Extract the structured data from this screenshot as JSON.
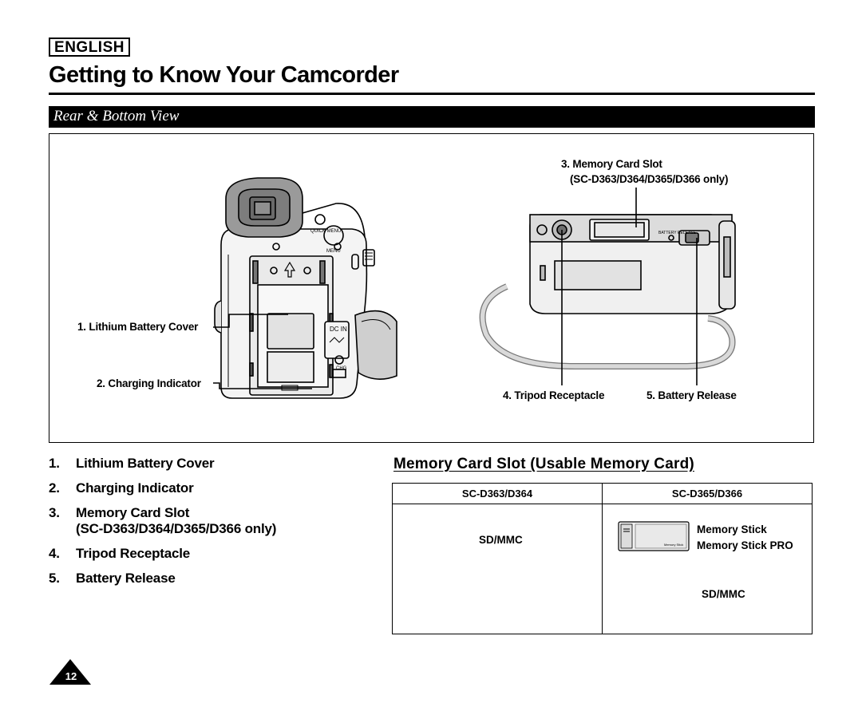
{
  "header": {
    "language": "ENGLISH",
    "title": "Getting to Know Your Camcorder"
  },
  "section": {
    "title": "Rear & Bottom View"
  },
  "figure": {
    "callouts": {
      "c1": "1. Lithium Battery Cover",
      "c2": "2. Charging Indicator",
      "c3_line1": "3. Memory Card Slot",
      "c3_line2": "(SC-D363/D364/D365/D366 only)",
      "c4": "4. Tripod Receptacle",
      "c5": "5. Battery Release"
    },
    "camera_labels": {
      "quick_menu": "QUICK MENU",
      "menu": "MENU",
      "dc_in": "DC IN",
      "chg": "CHG",
      "battery_release": "BATTERY RELEASE"
    }
  },
  "parts_list": [
    {
      "num": "1.",
      "label": "Lithium Battery Cover",
      "sub": ""
    },
    {
      "num": "2.",
      "label": "Charging Indicator",
      "sub": ""
    },
    {
      "num": "3.",
      "label": "Memory Card Slot",
      "sub": "(SC-D363/D364/D365/D366 only)"
    },
    {
      "num": "4.",
      "label": "Tripod Receptacle",
      "sub": ""
    },
    {
      "num": "5.",
      "label": "Battery Release",
      "sub": ""
    }
  ],
  "memory_table": {
    "title": "Memory Card Slot (Usable Memory Card)",
    "columns": [
      "SC-D363/D364",
      "SC-D365/D366"
    ],
    "col1": [
      "SD/MMC"
    ],
    "col2": [
      "Memory Stick",
      "Memory Stick PRO",
      "SD/MMC"
    ],
    "card_label": "Memory Stick"
  },
  "page_number": "12"
}
